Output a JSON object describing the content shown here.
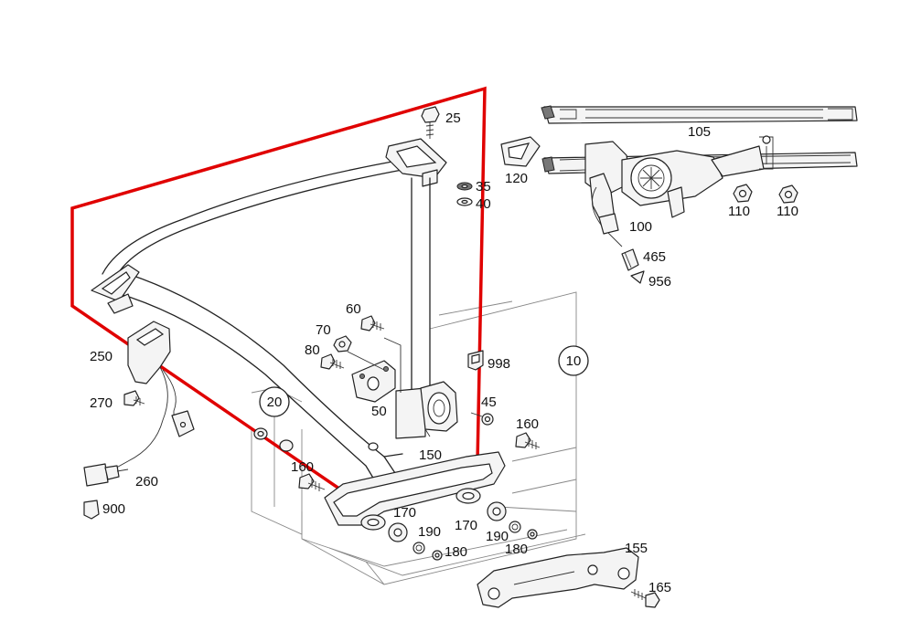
{
  "diagram": {
    "highlight_color": "#e00000",
    "labels": {
      "p25": "25",
      "p35": "35",
      "p40": "40",
      "p105": "105",
      "p120": "120",
      "p100": "100",
      "p110a": "110",
      "p110b": "110",
      "p465": "465",
      "p956": "956",
      "p60": "60",
      "p70": "70",
      "p80": "80",
      "p50": "50",
      "p998": "998",
      "p10": "10",
      "p45": "45",
      "p160a": "160",
      "p250": "250",
      "p270": "270",
      "p20": "20",
      "p150": "150",
      "p160b": "160",
      "p260": "260",
      "p900": "900",
      "p170a": "170",
      "p190a": "190",
      "p180a": "180",
      "p170b": "170",
      "p190b": "190",
      "p180b": "180",
      "p155": "155",
      "p165": "165"
    }
  }
}
